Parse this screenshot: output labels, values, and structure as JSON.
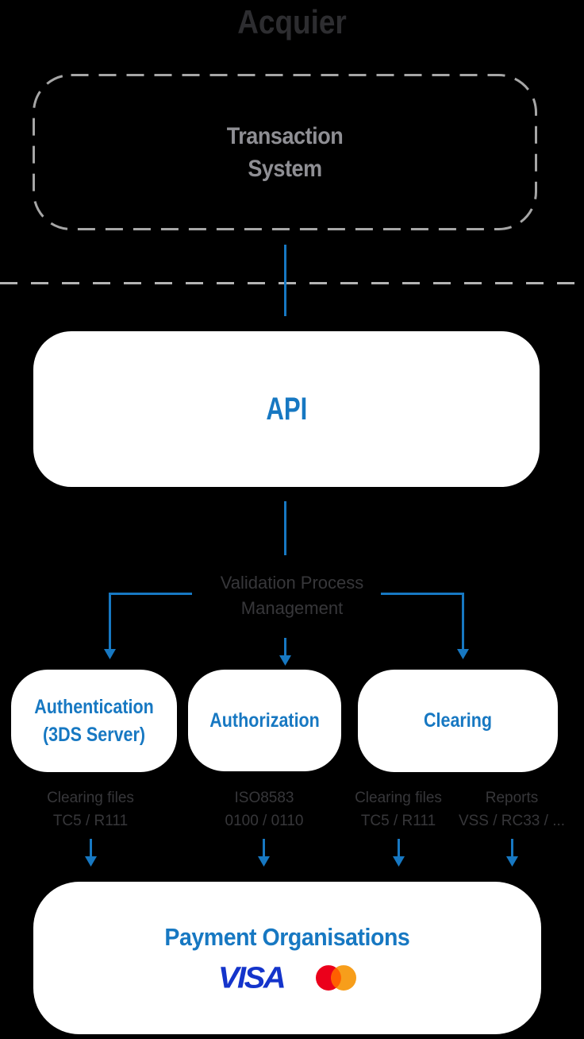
{
  "colors": {
    "bg": "#000000",
    "accent-blue": "#1778c2",
    "title-gray": "#2d2d30",
    "muted-gray": "#8f8f94",
    "label-gray": "#37373a",
    "dash-gray": "#a6a6a6",
    "divider-gray": "#b3b3b3",
    "box-white": "#ffffff",
    "visa-blue": "#1434CB",
    "mc-red": "#EB001B",
    "mc-orange": "#F79E1B",
    "mc-overlap": "#FF5F00"
  },
  "header": {
    "title": "Acquier"
  },
  "transaction_system": {
    "label": "Transaction\nSystem"
  },
  "api": {
    "label": "API"
  },
  "validation": {
    "label": "Validation Process\nManagement"
  },
  "services": [
    {
      "label": "Authentication\n(3DS Server)"
    },
    {
      "label": "Authorization"
    },
    {
      "label": "Clearing"
    }
  ],
  "outputs": [
    {
      "label": "Clearing files\nTC5 / R111"
    },
    {
      "label": "ISO8583\n0100 / 0110"
    },
    {
      "label": "Clearing files\nTC5 / R111"
    },
    {
      "label": "Reports\nVSS / RC33 / ..."
    }
  ],
  "payment_orgs": {
    "title": "Payment Organisations",
    "visa_label": "VISA",
    "logos": [
      "visa-logo",
      "mastercard-logo"
    ]
  }
}
